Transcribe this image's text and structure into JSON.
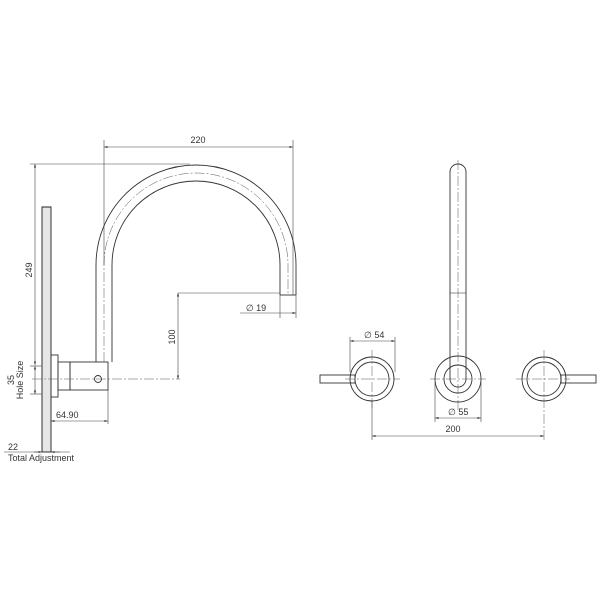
{
  "drawing": {
    "subject": "Wall-mounted tap set with gooseneck spout and two lever handles",
    "views": {
      "side": {
        "dims": {
          "spout_reach": "220",
          "overall_height": "249",
          "spout_diameter": "∅ 19",
          "spout_outlet_height": "100",
          "hole_size_value": "35",
          "hole_size_label": "Hole Size",
          "body_projection": "64.90",
          "adjustment_value": "22",
          "adjustment_label": "Total Adjustment"
        }
      },
      "front": {
        "dims": {
          "handle_diameter": "∅ 54",
          "spout_flange_diameter": "∅ 55",
          "handle_centres": "200"
        }
      }
    },
    "colors": {
      "line": "#333333",
      "plate_fill": "#e6e6e6",
      "background": "#ffffff"
    }
  }
}
